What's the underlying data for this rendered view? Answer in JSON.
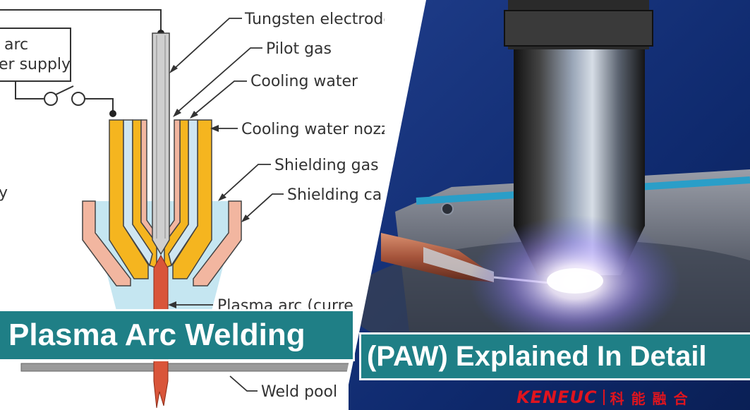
{
  "diagram": {
    "left_fragments": [
      "arc",
      "er supply",
      "y"
    ],
    "labels": {
      "tungsten_electrode": "Tungsten electrode",
      "pilot_gas": "Pilot gas",
      "cooling_water": "Cooling water",
      "cooling_water_nozzle": "Cooling water nozz",
      "shielding_gas": "Shielding gas",
      "shielding_cap": "Shielding ca",
      "plasma_arc": "Plasma arc (curre",
      "weld_pool": "Weld pool"
    },
    "colors": {
      "nozzle": "#f5b51f",
      "cooling_water": "#cfe6f2",
      "shielding_cap": "#f2b6a0",
      "electrode": "#cfcfcf",
      "plasma": "#d9553a",
      "shielding_flow": "#bfe3ef",
      "workpiece": "#9a9a9a"
    }
  },
  "title": {
    "line1": "Plasma Arc Welding",
    "line2": "(PAW) Explained In Detail",
    "color": "#1f7f86"
  },
  "brand": {
    "name": "KENEUC",
    "chinese": "科能融合",
    "color": "#e0141e"
  }
}
